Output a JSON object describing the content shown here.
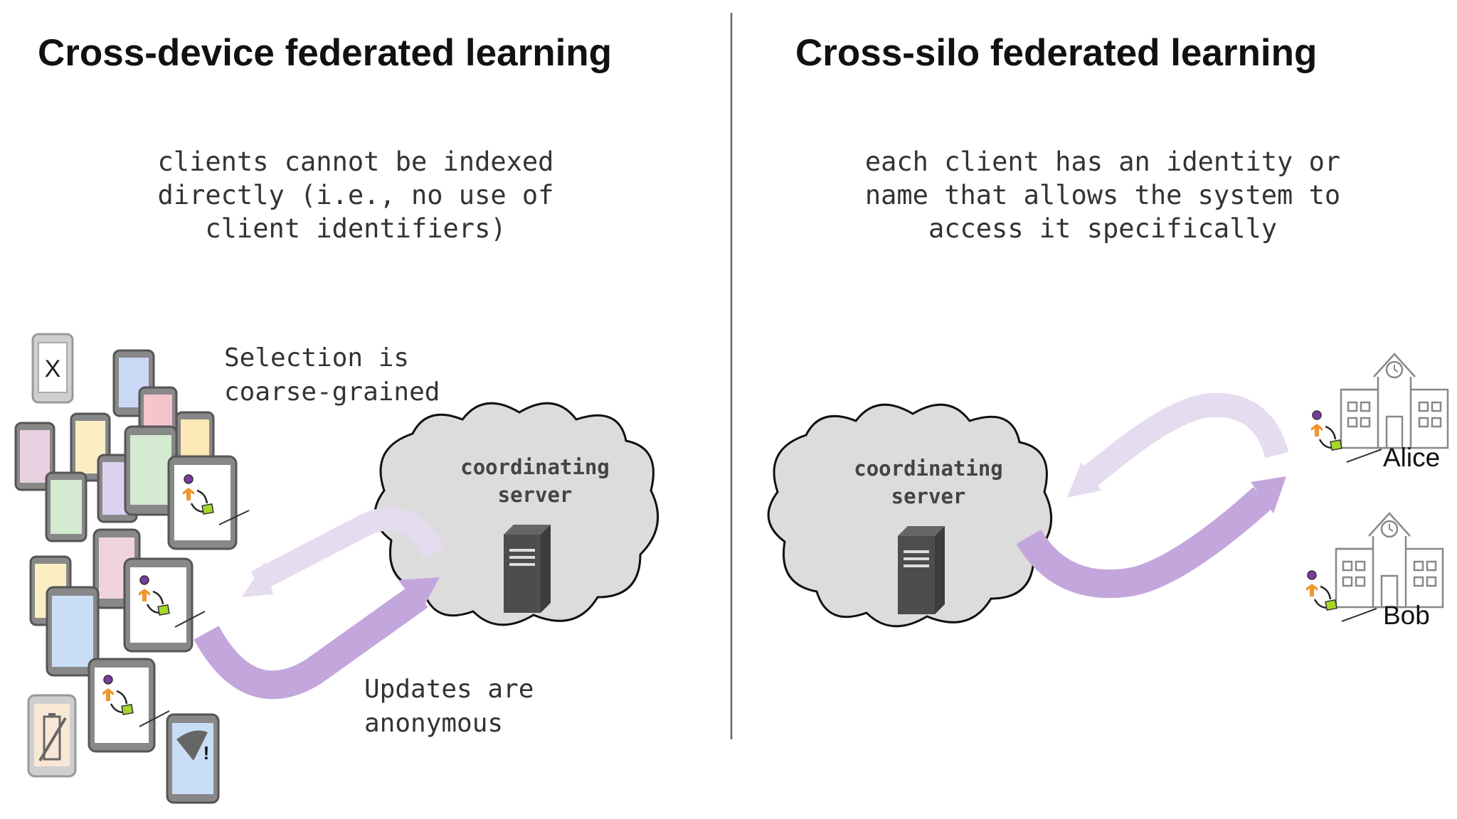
{
  "left": {
    "title": "Cross-device federated learning",
    "description": [
      "clients cannot be indexed",
      "directly (i.e., no use of",
      "client identifiers)"
    ],
    "selection_note": [
      "Selection is",
      "coarse-grained"
    ],
    "updates_note": [
      "Updates are",
      "anonymous"
    ],
    "server_label": [
      "coordinating",
      "server"
    ],
    "unavailable_marker": "X",
    "no_network_marker": "!"
  },
  "right": {
    "title": "Cross-silo federated learning",
    "description": [
      "each client has an identity or",
      "name that allows the system to",
      "access it specifically"
    ],
    "server_label": [
      "coordinating",
      "server"
    ],
    "clients": [
      "Alice",
      "Bob"
    ]
  },
  "colors": {
    "arrow_strong": "#c3a6dc",
    "arrow_light": "#e6dcf0",
    "cloud_fill": "#dcdcdc",
    "server_box": "#4a4a4a",
    "tf_orange": "#f0962f",
    "model_green": "#a5d62a",
    "db_purple": "#7a3aa0"
  },
  "icons": [
    "phone-icon",
    "cloud-icon",
    "server-icon",
    "building-icon",
    "tensorflow-icon",
    "database-icon",
    "model-icon",
    "battery-icon",
    "wifi-icon"
  ]
}
